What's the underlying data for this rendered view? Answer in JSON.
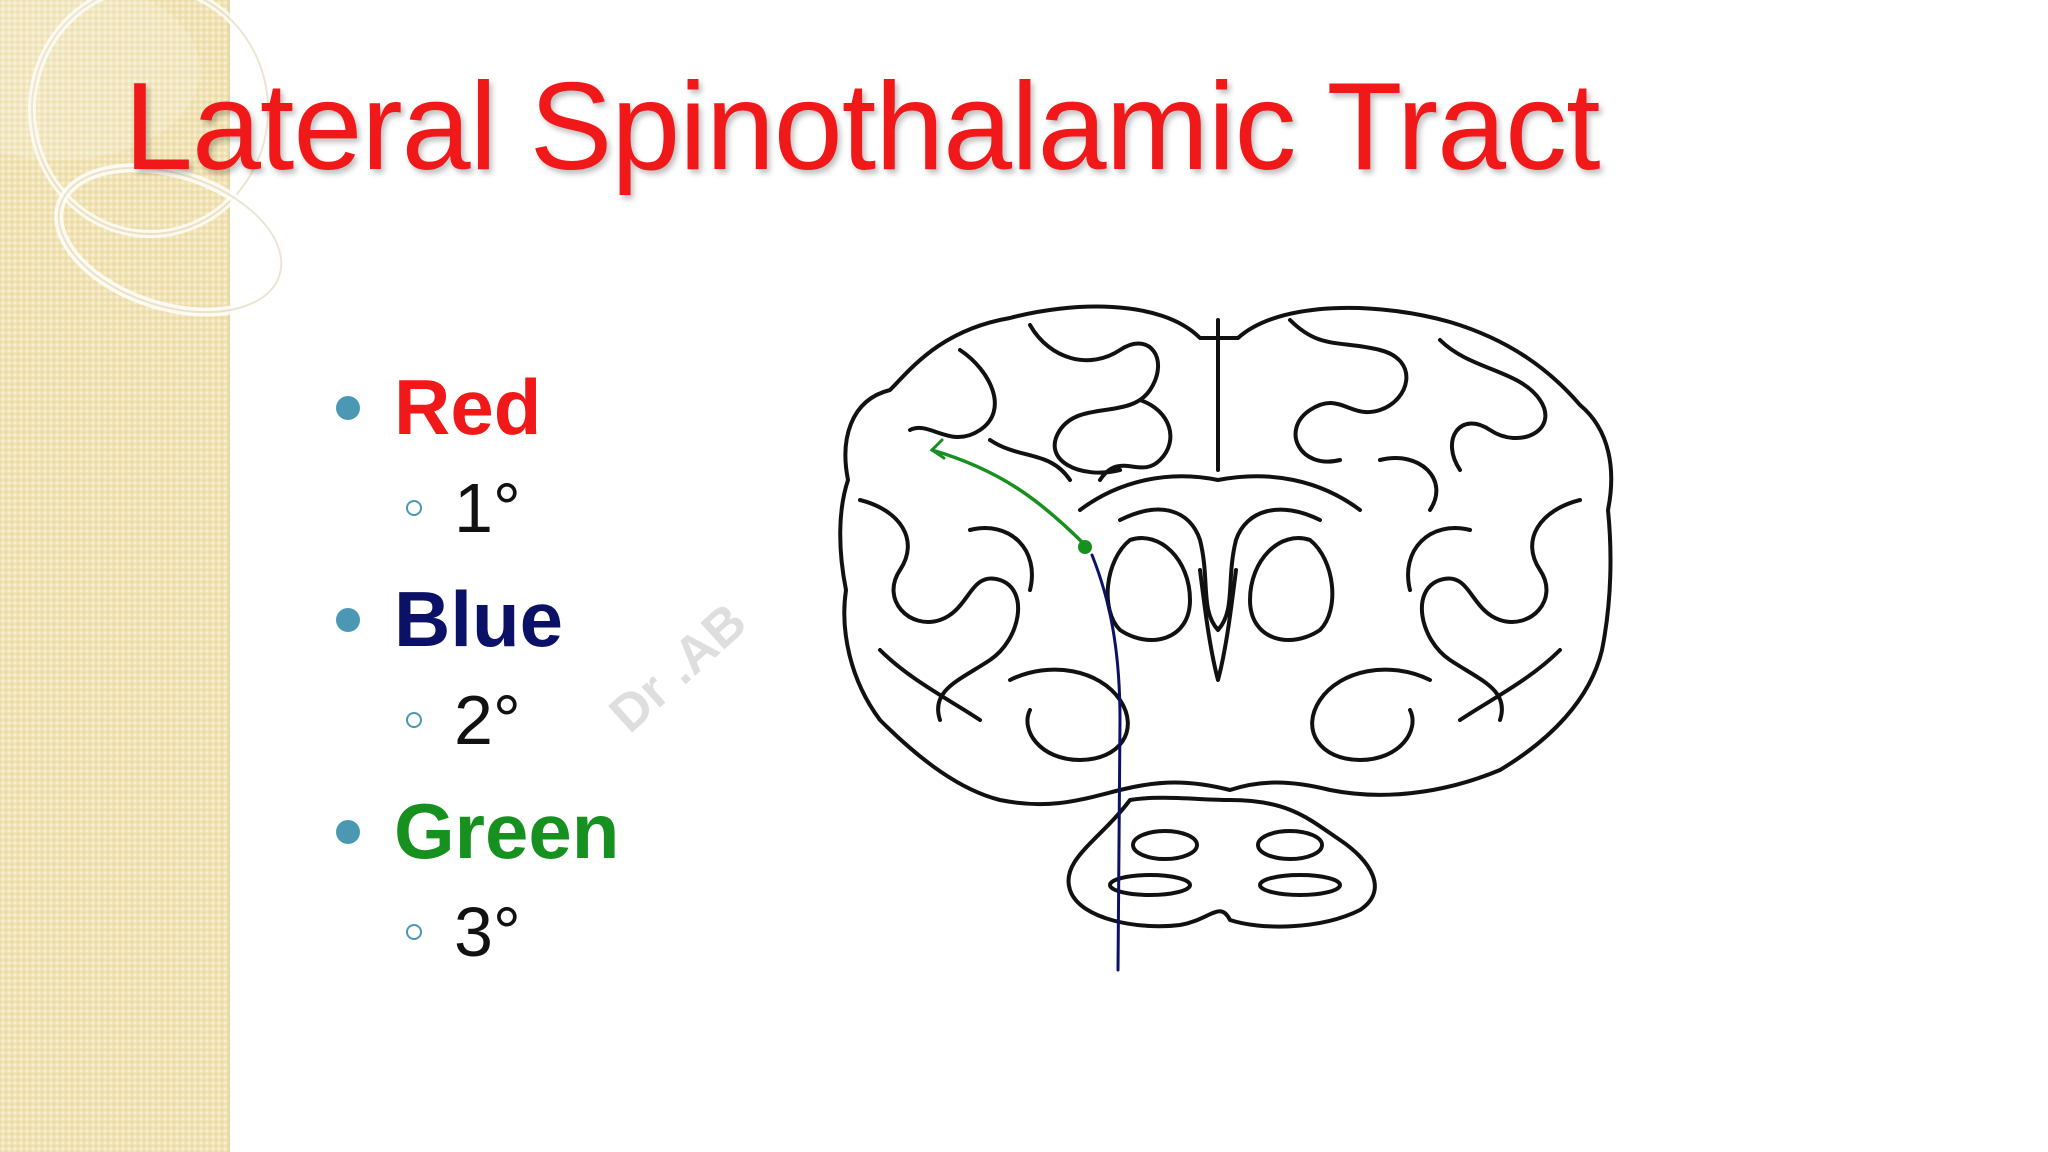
{
  "slide": {
    "title": "Lateral Spinothalamic Tract",
    "items": [
      {
        "label": "Red",
        "color": "#f01818",
        "sub": "1°"
      },
      {
        "label": "Blue",
        "color": "#0b1167",
        "sub": "2°"
      },
      {
        "label": "Green",
        "color": "#16901e",
        "sub": "3°"
      }
    ],
    "watermark": "Dr .AB",
    "accent_color": "#4a98b3",
    "panel_color": "#f1e3b4"
  },
  "figure": {
    "subject": "coronal-brain-section-drawing",
    "pathways": [
      {
        "name": "green",
        "color": "#16901e"
      },
      {
        "name": "blue",
        "color": "#0b1167"
      }
    ]
  }
}
